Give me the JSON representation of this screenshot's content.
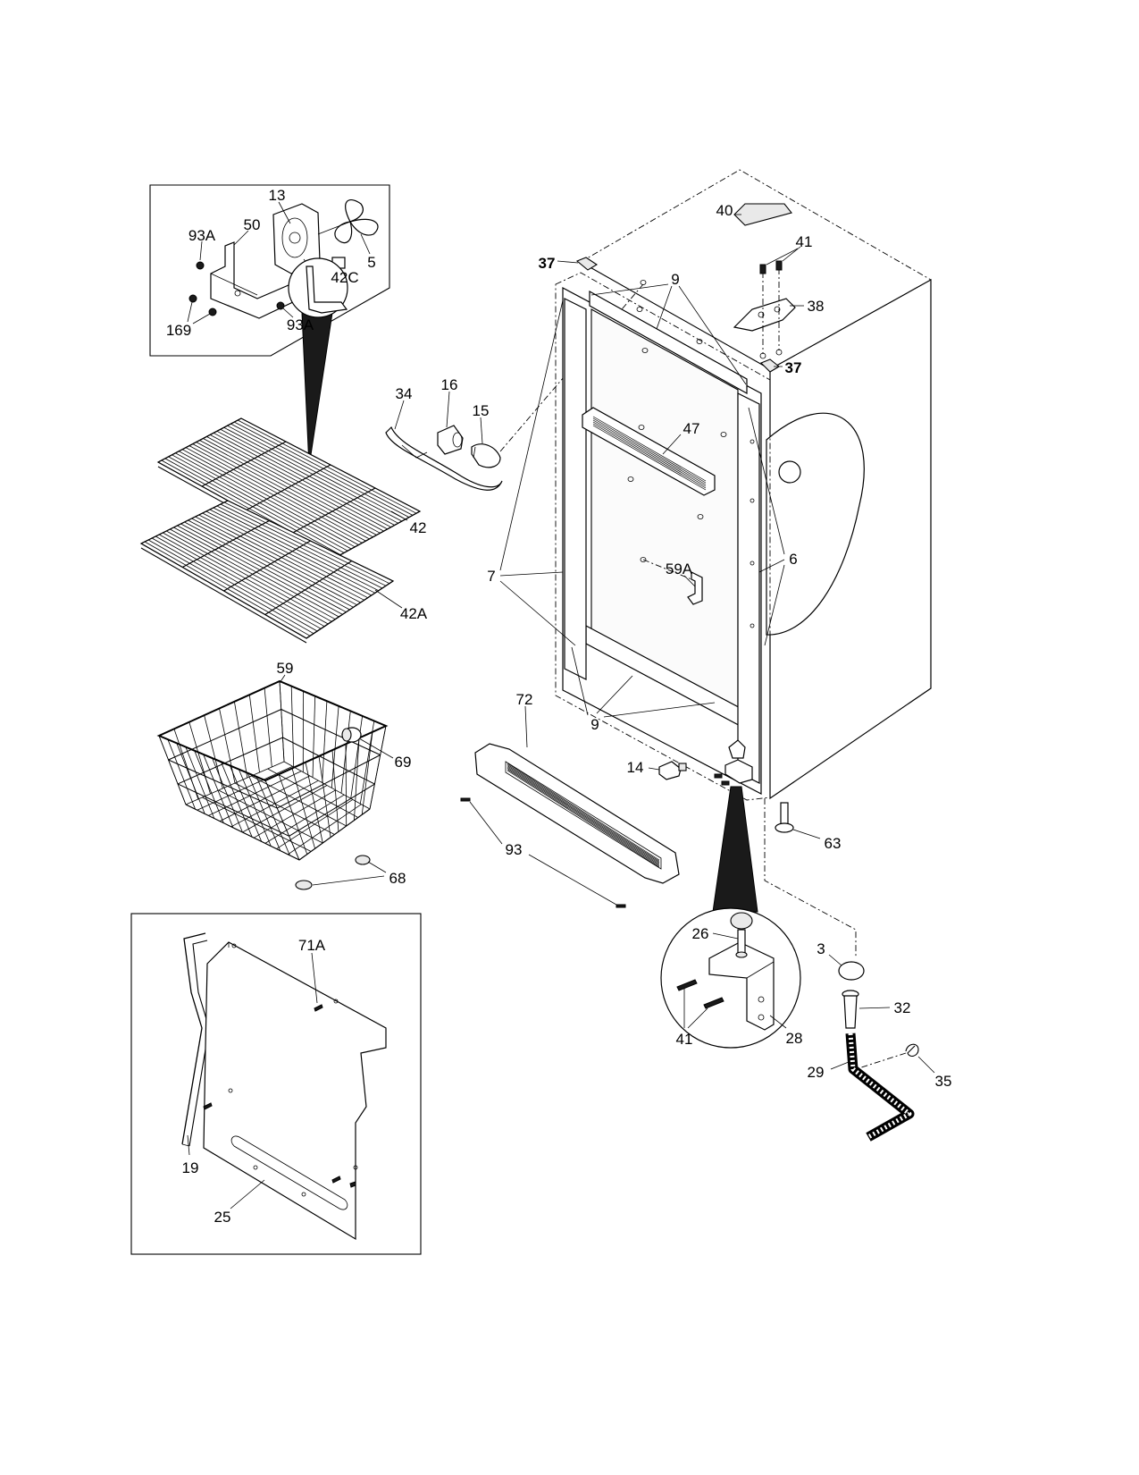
{
  "diagram": {
    "callouts": [
      "13",
      "93A",
      "50",
      "5",
      "169",
      "93A",
      "37",
      "9",
      "40",
      "41",
      "38",
      "37",
      "42C",
      "34",
      "16",
      "15",
      "47",
      "42",
      "59A",
      "7",
      "6",
      "42A",
      "59",
      "9",
      "72",
      "69",
      "14",
      "93",
      "68",
      "63",
      "71A",
      "26",
      "3",
      "32",
      "41",
      "28",
      "29",
      "35",
      "19",
      "25"
    ]
  }
}
